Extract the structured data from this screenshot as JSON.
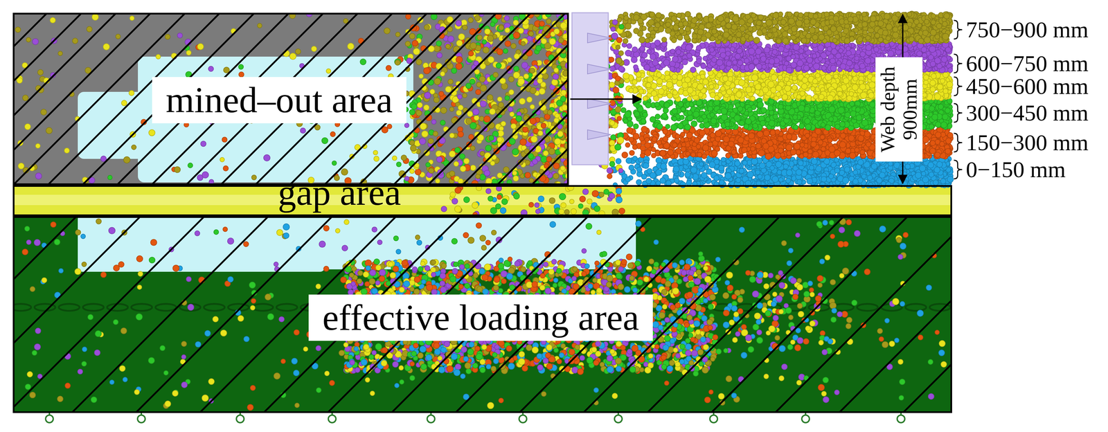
{
  "diagram": {
    "nodes": [
      {
        "text": [
          "mined–out area"
        ]
      },
      {
        "text": [
          "gap area"
        ]
      },
      {
        "text": [
          "effective loading area"
        ]
      }
    ],
    "labels": [
      "750−900 mm",
      "600−750 mm",
      "450−600 mm",
      "300−450 mm",
      "150−300 mm",
      "0−150 mm",
      "Web depth 900mm"
    ]
  }
}
